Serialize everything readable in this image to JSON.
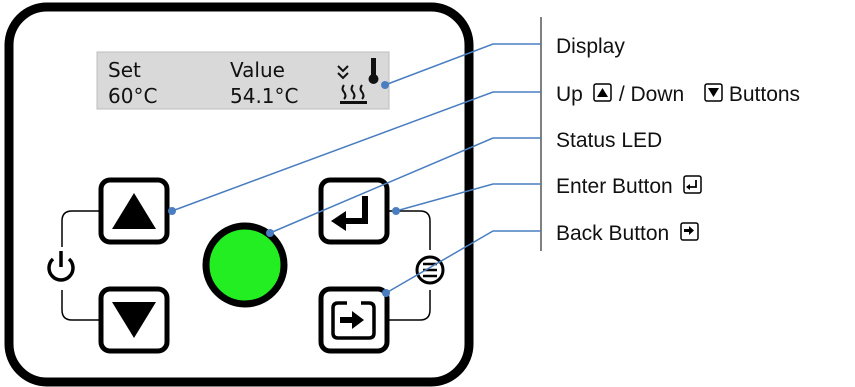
{
  "display": {
    "row1": {
      "left": "Set",
      "right": "Value"
    },
    "row2": {
      "left": "60°C",
      "right": "54.1°C"
    }
  },
  "labels": {
    "display": "Display",
    "up_down_prefix": "Up",
    "up_down_middle": " / Down",
    "up_down_suffix": " Buttons",
    "status_led": "Status LED",
    "enter_button": "Enter Button",
    "back_button": "Back Button"
  },
  "colors": {
    "panel_border": "#000000",
    "lcd_background": "#d9d9d9",
    "led": "#22ee22",
    "callout_line": "#4a7ec0"
  },
  "icons": {
    "power": "power-icon",
    "menu": "menu-icon",
    "up": "up-arrow-icon",
    "down": "down-arrow-icon",
    "enter": "enter-icon",
    "back": "back-icon",
    "thermometer": "thermometer-icon",
    "heating": "heating-icon"
  }
}
